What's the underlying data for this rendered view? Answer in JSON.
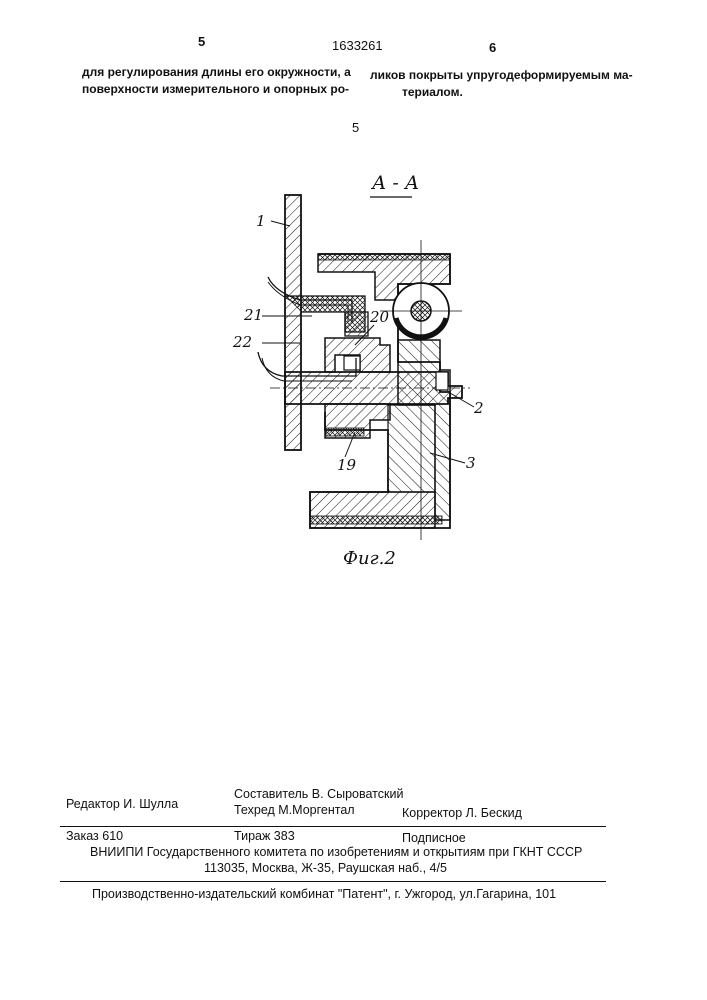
{
  "header": {
    "page_left": "5",
    "patent_number": "1633261",
    "page_right": "6"
  },
  "body_text": {
    "left_line1": "для регулирования длины его окружности, а",
    "left_line2": "поверхности измерительного и опорных ро-",
    "right_line1": "ликов покрыты упругодеформируемым ма-",
    "right_line2": "териалом.",
    "line_number": "5"
  },
  "figure": {
    "section_label": "А - А",
    "caption": "Фиг.2",
    "callouts": [
      "1",
      "21",
      "22",
      "20",
      "2",
      "3",
      "19"
    ]
  },
  "imprint": {
    "editor": "Редактор  И. Шулла",
    "compiler": "Составитель В. Сыроватский",
    "techred": "Техред М.Моргентал",
    "corrector": "Корректор  Л. Бескид",
    "order": "Заказ  610",
    "circulation": "Тираж 383",
    "subscription": "Подписное",
    "institute": "ВНИИПИ Государственного комитета по изобретениям и открытиям при ГКНТ СССР",
    "address": "113035, Москва, Ж-35, Раушская наб., 4/5",
    "publisher": "Производственно-издательский комбинат \"Патент\", г. Ужгород, ул.Гагарина, 101"
  }
}
